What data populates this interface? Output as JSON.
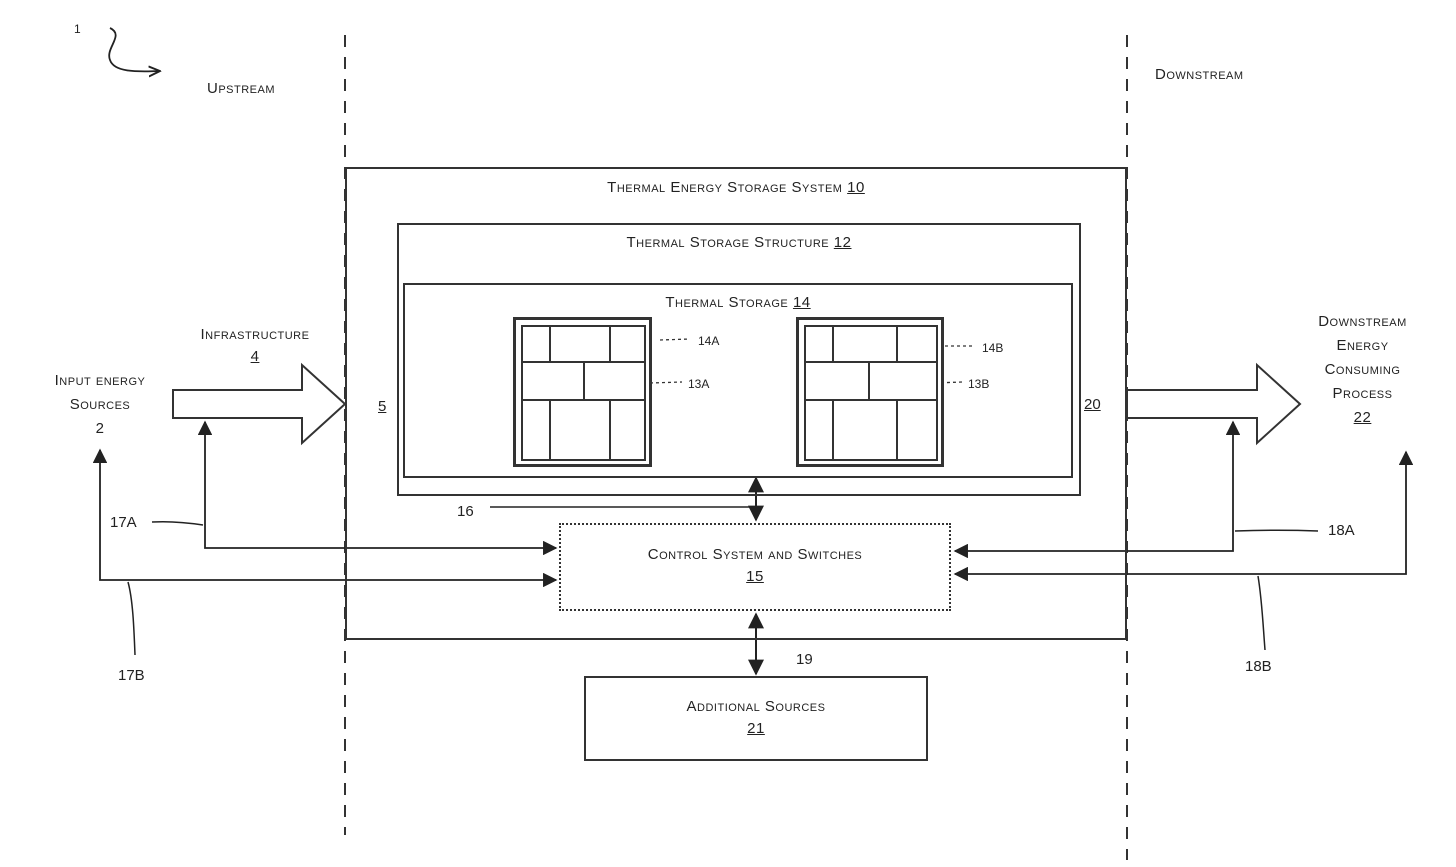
{
  "figure_number": "1",
  "upstream_label": "Upstream",
  "downstream_label": "Downstream",
  "tes_system": {
    "name": "Thermal Energy Storage System",
    "ref": "10"
  },
  "storage_structure": {
    "name": "Thermal Storage Structure",
    "ref": "12"
  },
  "thermal_storage": {
    "name": "Thermal Storage",
    "ref": "14"
  },
  "stack_a": {
    "ref_outer": "14A",
    "ref_inner": "13A"
  },
  "stack_b": {
    "ref_outer": "14B",
    "ref_inner": "13B"
  },
  "inlet_ref": "5",
  "outlet_ref": "20",
  "infrastructure": {
    "name": "Infrastructure",
    "ref": "4"
  },
  "input_sources": {
    "line1": "Input energy",
    "line2": "Sources",
    "ref": "2"
  },
  "downstream_process": {
    "line1": "Downstream",
    "line2": "Energy",
    "line3": "Consuming",
    "line4": "Process",
    "ref": "22"
  },
  "control": {
    "name": "Control System and Switches",
    "ref": "15"
  },
  "additional": {
    "name": "Additional Sources",
    "ref": "21"
  },
  "link_refs": {
    "control_to_storage": "16",
    "control_to_additional": "19",
    "upstream_a": "17A",
    "upstream_b": "17B",
    "downstream_a": "18A",
    "downstream_b": "18B"
  }
}
